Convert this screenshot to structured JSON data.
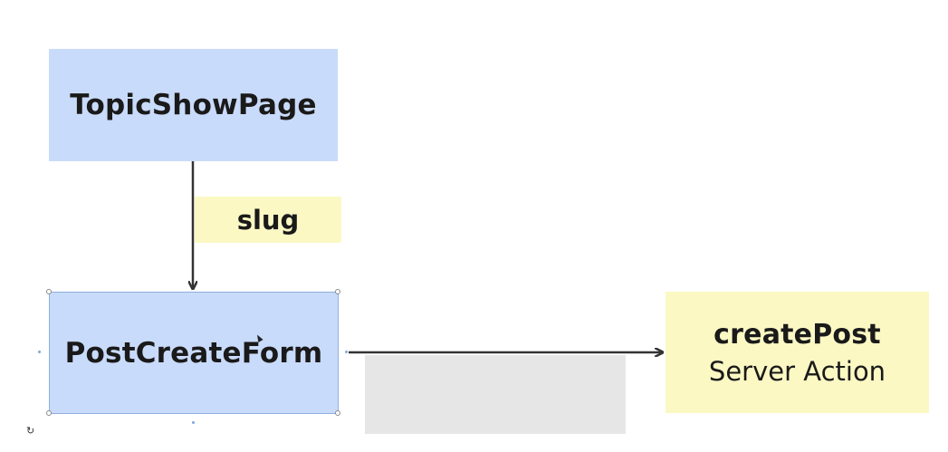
{
  "nodes": {
    "topic_show_page": {
      "title": "TopicShowPage"
    },
    "post_create_form": {
      "title": "PostCreateForm"
    },
    "create_post": {
      "title": "createPost",
      "subtitle": "Server Action"
    }
  },
  "edges": {
    "slug_label": "slug"
  },
  "colors": {
    "node_blue": "#c9dbfa",
    "node_yellow": "#fbf8c4",
    "arrow": "#333333",
    "placeholder_grey": "#e6e6e6"
  },
  "icons": {
    "rotate": "rotate-handle-icon",
    "cursor": "mouse-cursor-icon"
  }
}
